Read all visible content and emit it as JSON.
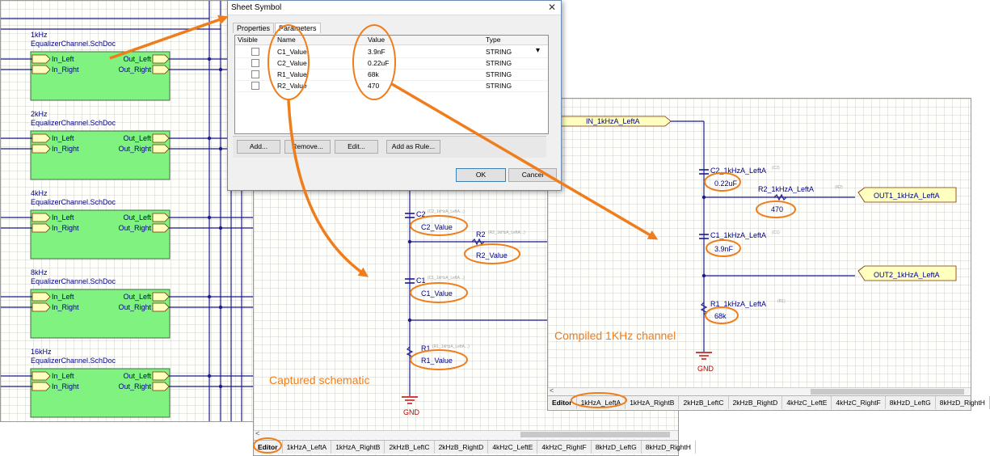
{
  "left_schematic": {
    "sheets": [
      {
        "freq": "1kHz",
        "file": "EqualizerChannel.SchDoc",
        "in_left": "In_Left",
        "in_right": "In_Right",
        "out_left": "Out_Left",
        "out_right": "Out_Right"
      },
      {
        "freq": "2kHz",
        "file": "EqualizerChannel.SchDoc",
        "in_left": "In_Left",
        "in_right": "In_Right",
        "out_left": "Out_Left",
        "out_right": "Out_Right"
      },
      {
        "freq": "4kHz",
        "file": "EqualizerChannel.SchDoc",
        "in_left": "In_Left",
        "in_right": "In_Right",
        "out_left": "Out_Left",
        "out_right": "Out_Right"
      },
      {
        "freq": "8kHz",
        "file": "EqualizerChannel.SchDoc",
        "in_left": "In_Left",
        "in_right": "In_Right",
        "out_left": "Out_Left",
        "out_right": "Out_Right"
      },
      {
        "freq": "16kHz",
        "file": "EqualizerChannel.SchDoc",
        "in_left": "In_Left",
        "in_right": "In_Right",
        "out_left": "Out_Left",
        "out_right": "Out_Right"
      }
    ],
    "sheet_fill": "#7ff27f"
  },
  "dialog": {
    "title": "Sheet Symbol",
    "close": "✕",
    "tabs": [
      "Properties",
      "Parameters"
    ],
    "columns": {
      "visible": "Visible",
      "name": "Name",
      "value": "Value",
      "type": "Type"
    },
    "rows": [
      {
        "name": "C1_Value",
        "value": "3.9nF",
        "type": "STRING"
      },
      {
        "name": "C2_Value",
        "value": "0.22uF",
        "type": "STRING"
      },
      {
        "name": "R1_Value",
        "value": "68k",
        "type": "STRING"
      },
      {
        "name": "R2_Value",
        "value": "470",
        "type": "STRING"
      }
    ],
    "type_dropdown": "▾",
    "buttons": {
      "add": "Add...",
      "remove": "Remove...",
      "edit": "Edit...",
      "add_rule": "Add as Rule...",
      "ok": "OK",
      "cancel": "Cancel"
    }
  },
  "captured": {
    "c2_ref": "C2",
    "c2_desig": "(C2_1kHzA_LeftA...)",
    "c2_value": "C2_Value",
    "r2_ref": "R2",
    "r2_desig": "(R2_1kHzA_LeftA...)",
    "r2_value": "R2_Value",
    "c1_ref": "C1",
    "c1_desig": "(C1_1kHzA_LeftA...)",
    "c1_value": "C1_Value",
    "r1_ref": "R1",
    "r1_desig": "(R1_1kHzA_LeftA...)",
    "r1_value": "R1_Value",
    "gnd": "GND",
    "tabs": [
      "Editor",
      "1kHzA_LeftA",
      "1kHzA_RightB",
      "2kHzB_LeftC",
      "2kHzB_RightD",
      "4kHzC_LeftE",
      "4kHzC_RightF",
      "8kHzD_LeftG",
      "8kHzD_RightH"
    ]
  },
  "compiled": {
    "in_port": "IN_1kHzA_LeftA",
    "c2_ref": "C2_1kHzA_LeftA",
    "c2_desig": "(C2)",
    "c2_value": "0.22uF",
    "r2_ref": "R2_1kHzA_LeftA",
    "r2_desig": "(R2)",
    "r2_value": "470",
    "out1": "OUT1_1kHzA_LeftA",
    "c1_ref": "C1_1kHzA_LeftA",
    "c1_desig": "(C1)",
    "c1_value": "3.9nF",
    "out2": "OUT2_1kHzA_LeftA",
    "r1_ref": "R1_1kHzA_LeftA",
    "r1_desig": "(R1)",
    "r1_value": "68k",
    "gnd": "GND",
    "tabs": [
      "Editor",
      "1kHzA_LeftA",
      "1kHzA_RightB",
      "2kHzB_LeftC",
      "2kHzB_RightD",
      "4kHzC_LeftE",
      "4kHzC_RightF",
      "8kHzD_LeftG",
      "8kHzD_RightH"
    ]
  },
  "annotations": {
    "captured": "Captured schematic",
    "compiled": "Compiled 1KHz channel"
  },
  "colors": {
    "wire": "#1b1b8c",
    "highlight": "#f07d1c",
    "port_fill": "#ffffc0",
    "sheet_fill": "#7ff27f"
  }
}
